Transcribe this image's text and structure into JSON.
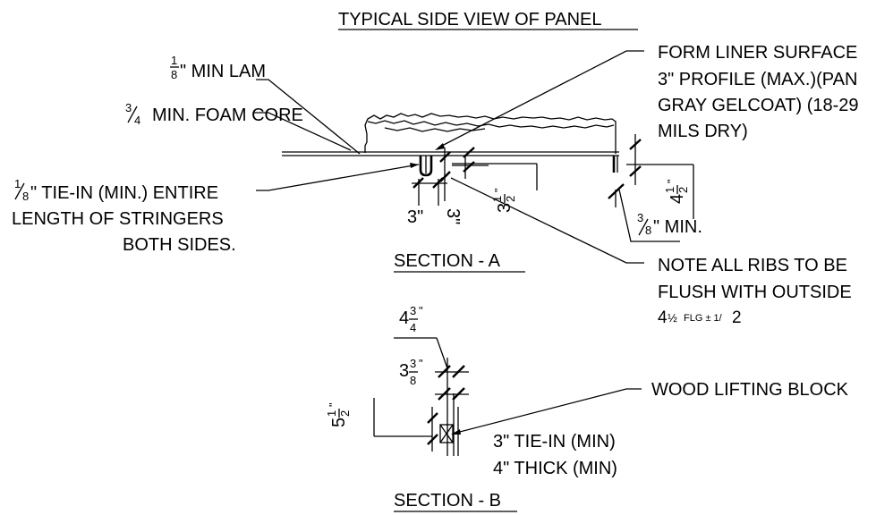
{
  "title": "TYPICAL SIDE VIEW OF PANEL",
  "section_a": {
    "title": "SECTION - A",
    "min_lam": "\" MIN LAM",
    "min_lam_num": "1",
    "min_lam_den": "8",
    "foam_core": "MIN. FOAM CORE",
    "foam_core_num": "3",
    "foam_core_den": "4",
    "tie_in_num": "1",
    "tie_in_den": "8",
    "tie_in_line1": "\" TIE-IN (MIN.) ENTIRE",
    "tie_in_line2": "LENGTH OF STRINGERS",
    "tie_in_line3": "BOTH SIDES.",
    "form_liner": [
      "FORM LINER SURFACE",
      "3\" PROFILE (MAX.)(PAN",
      "GRAY GELCOAT) (18-29",
      "MILS DRY)"
    ],
    "dim_3_horizontal": "3\"",
    "dim_3_vertical": "3\"",
    "dim_3_half_whole": "3",
    "dim_3_half_num": "1",
    "dim_3_half_den": "2",
    "dim_4_half_whole": "4",
    "dim_4_half_num": "1",
    "dim_4_half_den": "2",
    "dim_3_8_num": "3",
    "dim_3_8_den": "8",
    "dim_3_8_suffix": "\" MIN.",
    "note": [
      "NOTE ALL RIBS TO BE",
      "FLUSH WITH OUTSIDE"
    ],
    "flg_whole": "4",
    "flg_frac": "½",
    "flg_label": "FLG ± 1/",
    "flg_end": "2"
  },
  "section_b": {
    "title": "SECTION - B",
    "dim_4_3_4_whole": "4",
    "dim_4_3_4_num": "3",
    "dim_4_3_4_den": "4",
    "dim_3_3_8_whole": "3",
    "dim_3_3_8_num": "3",
    "dim_3_3_8_den": "8",
    "dim_5_1_2_whole": "5",
    "dim_5_1_2_num": "1",
    "dim_5_1_2_den": "2",
    "wood_block": "WOOD LIFTING BLOCK",
    "tie_in": "3\"  TIE-IN (MIN)",
    "thick": "4\"  THICK (MIN)"
  }
}
